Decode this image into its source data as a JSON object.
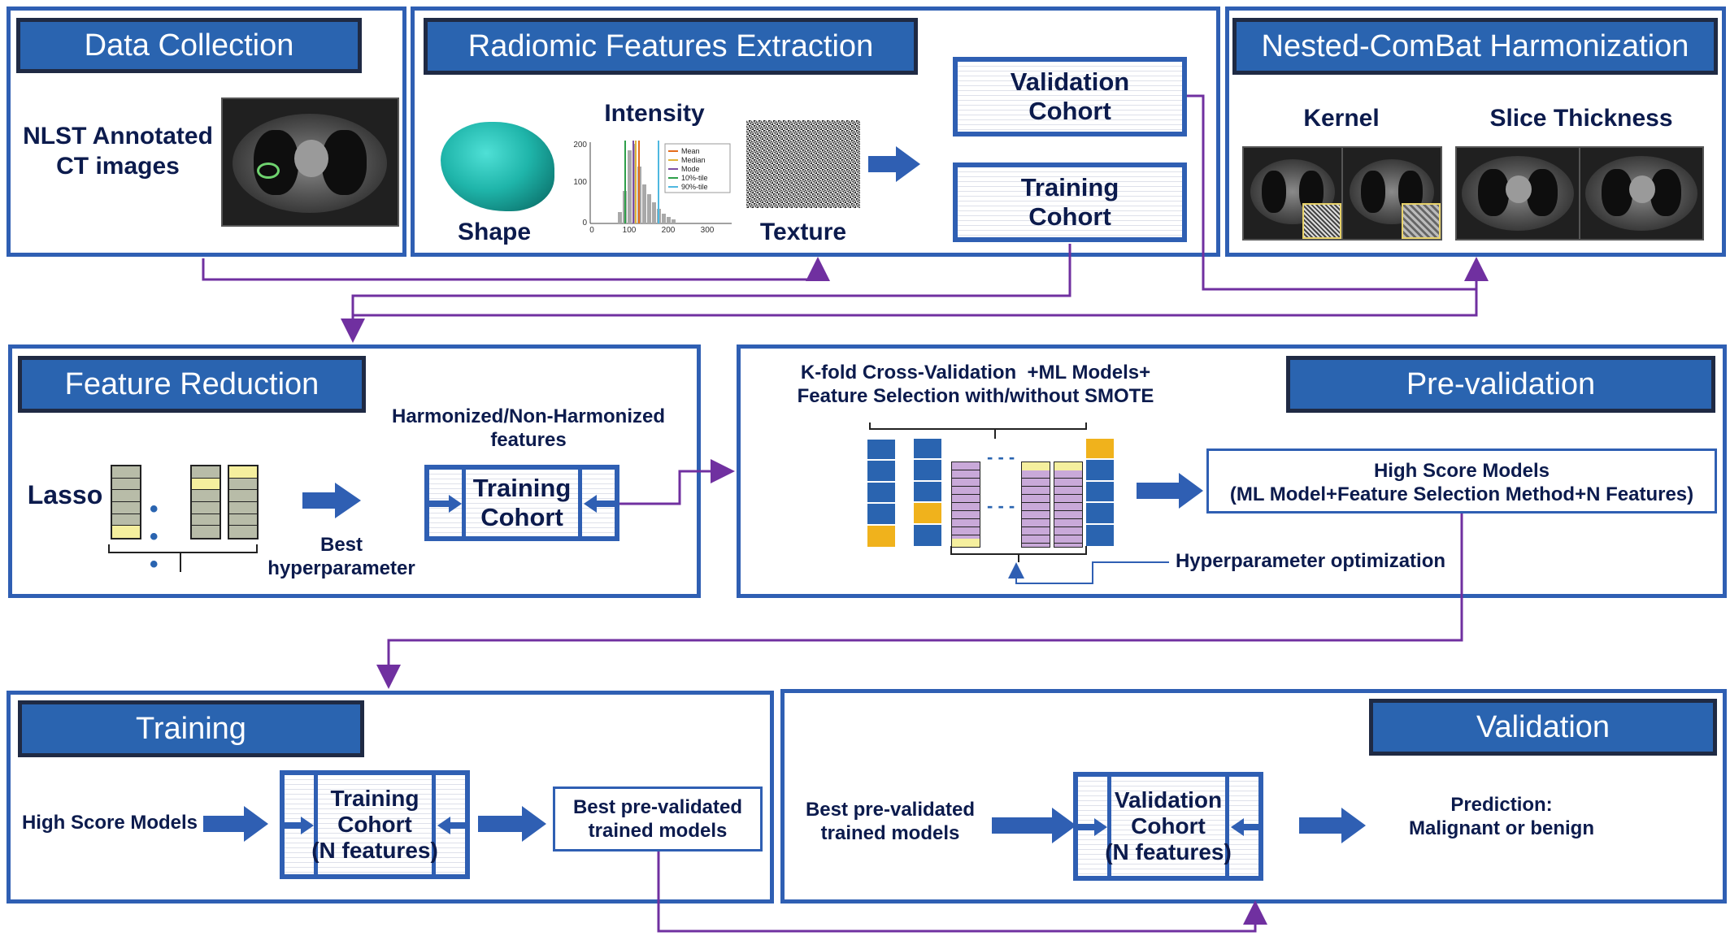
{
  "sections": {
    "data_collection": {
      "title": "Data Collection",
      "text": "NLST Annotated\nCT images"
    },
    "radiomic": {
      "title": "Radiomic Features Extraction",
      "shape": "Shape",
      "intensity": "Intensity",
      "texture": "Texture",
      "histogram": {
        "legend": [
          "Mean",
          "Median",
          "Mode",
          "10%-tile",
          "90%-tile"
        ],
        "y_ticks": [
          "200",
          "100",
          "0"
        ],
        "x_ticks": [
          "0",
          "100",
          "200",
          "300"
        ]
      },
      "validation_cohort": "Validation\nCohort",
      "training_cohort": "Training\nCohort"
    },
    "harmonization": {
      "title": "Nested-ComBat Harmonization",
      "kernel": "Kernel",
      "slice_thickness": "Slice Thickness"
    },
    "feature_reduction": {
      "title": "Feature Reduction",
      "lasso": "Lasso",
      "harmonized": "Harmonized/Non-Harmonized\nfeatures",
      "best_hyper": "Best\nhyperparameter",
      "training_cohort": "Training\nCohort"
    },
    "prevalidation": {
      "title": "Pre-validation",
      "kfold": "K-fold Cross-Validation  +ML Models+\nFeature Selection with/without SMOTE",
      "high_score": "High Score Models\n(ML Model+Feature Selection Method+N Features)",
      "hyper_opt": "Hyperparameter optimization"
    },
    "training": {
      "title": "Training",
      "high_score": "High Score Models",
      "cohort": "Training\nCohort\n(N features)",
      "best": "Best pre-validated\ntrained models"
    },
    "validation": {
      "title": "Validation",
      "best": "Best pre-validated\ntrained models",
      "cohort": "Validation\nCohort\n(N features)",
      "prediction": "Prediction:\nMalignant or benign"
    }
  },
  "colors": {
    "accent": "#2a64b0",
    "border": "#2f5fb3",
    "connector": "#7030a0",
    "text": "#0c1b4d",
    "yellow": "#f5ef9e",
    "olive": "#b8bca8",
    "gold": "#f0b21c",
    "lilac": "#c9a9d9"
  }
}
